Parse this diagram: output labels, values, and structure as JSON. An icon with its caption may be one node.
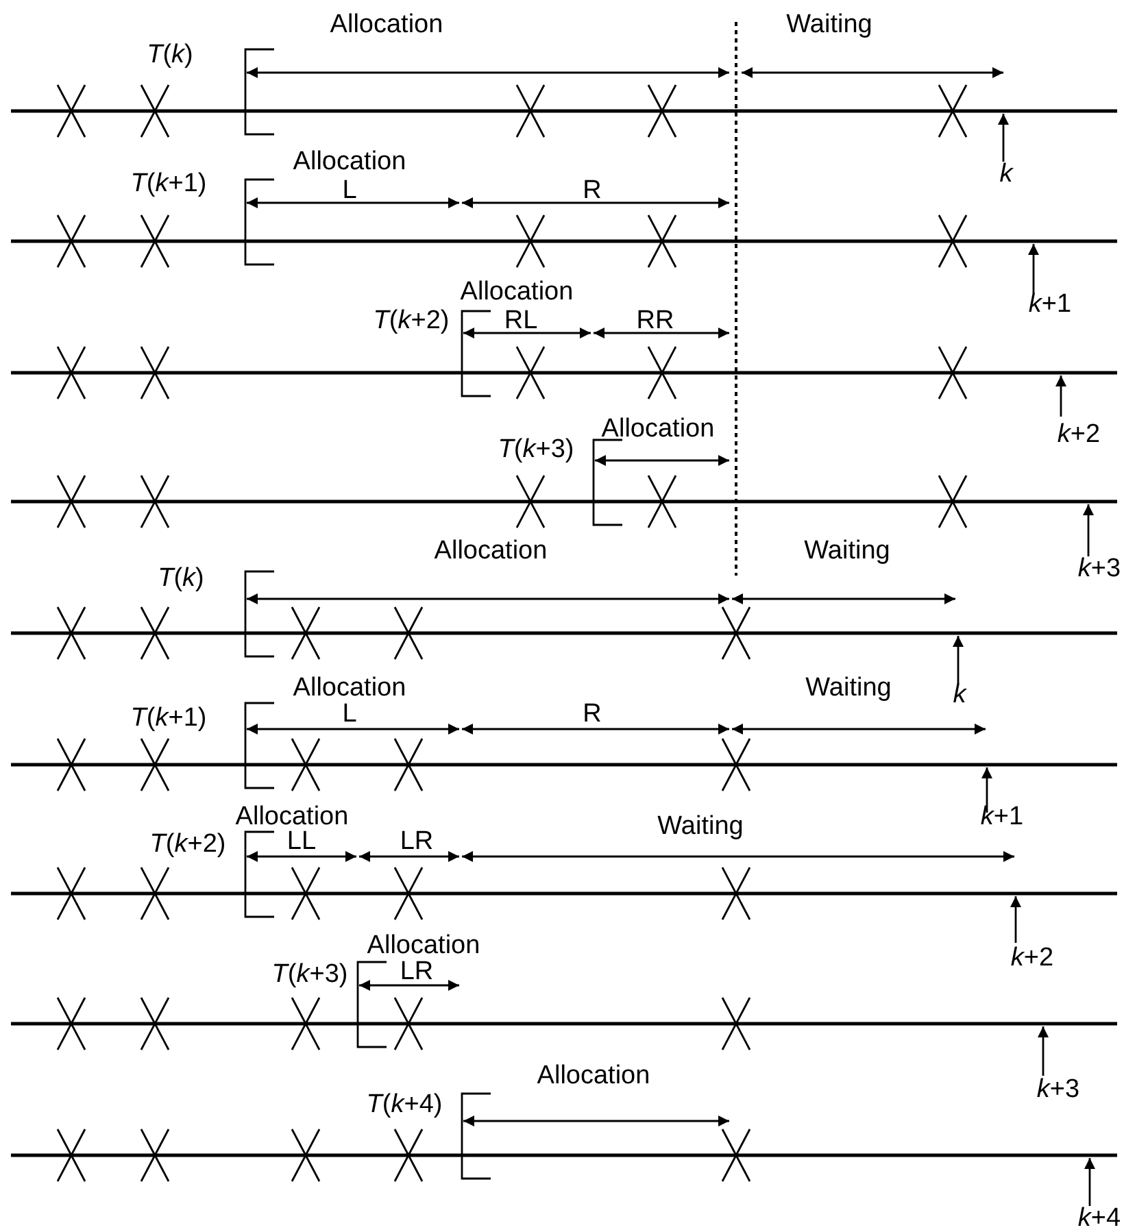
{
  "diagram": {
    "labels": [
      "Allocation",
      "Waiting",
      "*T*(*k*)",
      "Allocation",
      "*T*(*k*+1)",
      "L",
      "R",
      "k",
      "Allocation",
      "*T*(*k*+2)",
      "RL",
      "RR",
      "*k*+1",
      "Allocation",
      "*T*(*k*+3)",
      "*k*+2",
      "Allocation",
      "Waiting",
      "*k*+3",
      "*T*(*k*)",
      "Allocation",
      "Waiting",
      "k",
      "*T*(*k*+1)",
      "L",
      "R",
      "Allocation",
      "*k*+1",
      "Waiting",
      "*T*(*k*+2)",
      "LL",
      "LR",
      "*k*+2",
      "Allocation",
      "*T*(*k*+3)",
      "LR",
      "*k*+3",
      "Allocation",
      "*T*(*k*+4)",
      "*k*+4"
    ]
  }
}
